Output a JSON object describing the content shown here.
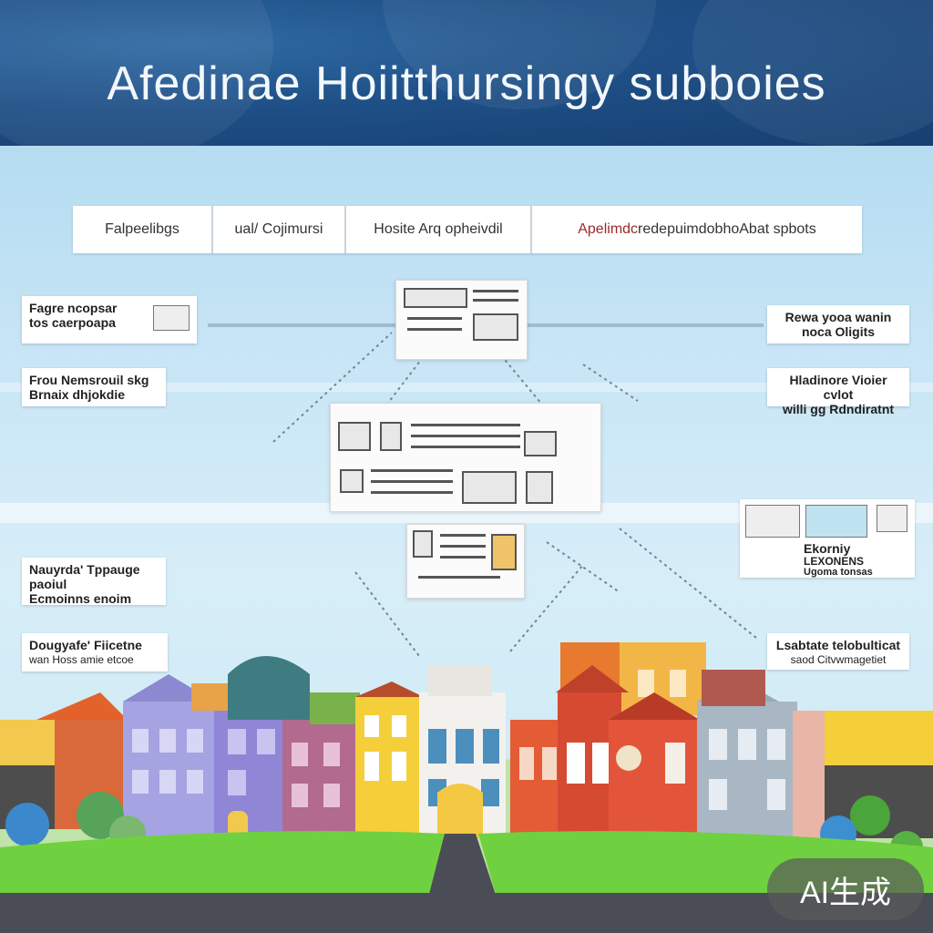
{
  "header": {
    "title": "Afedinae Hoiitthursingy subboies"
  },
  "tabs": [
    {
      "label": "Falpeelibgs"
    },
    {
      "label": "ual/ Cojimursi"
    },
    {
      "label": "Hosite Arq opheivdil"
    },
    {
      "label": "Apelimdc",
      "rest": "redepuimdobhoAbat spbots"
    }
  ],
  "left_cards": [
    {
      "lines": [
        "Fagre ncopsar",
        "tos caerpoapa"
      ]
    },
    {
      "lines": [
        "Frou Nemsrouil skg",
        "Brnaix dhjokdie"
      ]
    },
    {
      "lines": [
        "Nauyrda' Tppauge",
        "paoiul",
        "Ecmoinns enoim"
      ]
    },
    {
      "lines": [
        "Dougyafe' Fiicetne",
        "wan Hoss amie etcoe"
      ]
    }
  ],
  "right_cards": [
    {
      "lines": [
        "Rewa yooa wanin",
        "noca Oligits"
      ]
    },
    {
      "lines": [
        "Hladinore Vioier cvlot",
        "willi gg Rdndiratnt"
      ]
    },
    {
      "lines": [
        "Ekorniy",
        "LEXONENS",
        "Ugoma tonsas"
      ]
    },
    {
      "lines": [
        "Lsabtate telobulticat",
        "saod Citvwmagetiet"
      ]
    }
  ],
  "badge": {
    "label": "AI生成"
  },
  "colors": {
    "title_bg": "#1e4f86",
    "grass": "#6fd13f",
    "road": "#4a4d55"
  }
}
